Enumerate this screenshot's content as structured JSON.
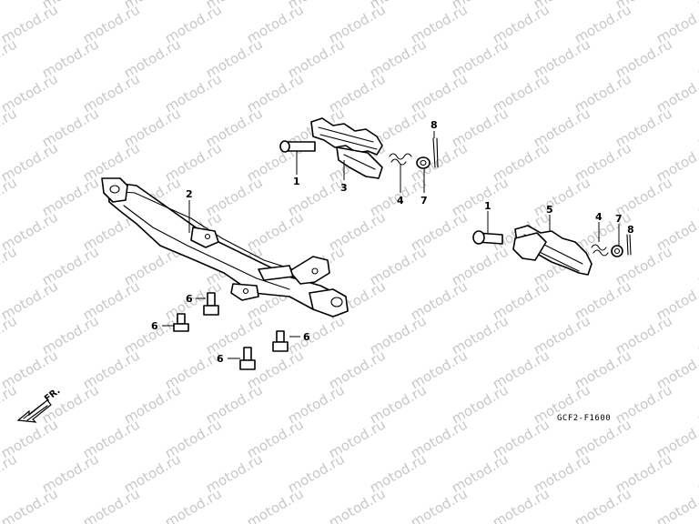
{
  "watermark": "motod.ru",
  "callouts": {
    "c1a": "1",
    "c3": "3",
    "c4a": "4",
    "c7a": "7",
    "c8a": "8",
    "c2": "2",
    "c1b": "1",
    "c5": "5",
    "c4b": "4",
    "c7b": "7",
    "c8b": "8",
    "c6a": "6",
    "c6b": "6",
    "c6c": "6",
    "c6d": "6"
  },
  "direction_label": "FR.",
  "figure_code": "GCF2-F1600",
  "colors": {
    "line": "#000000",
    "watermark": "#c8c8c8",
    "background": "#ffffff"
  }
}
